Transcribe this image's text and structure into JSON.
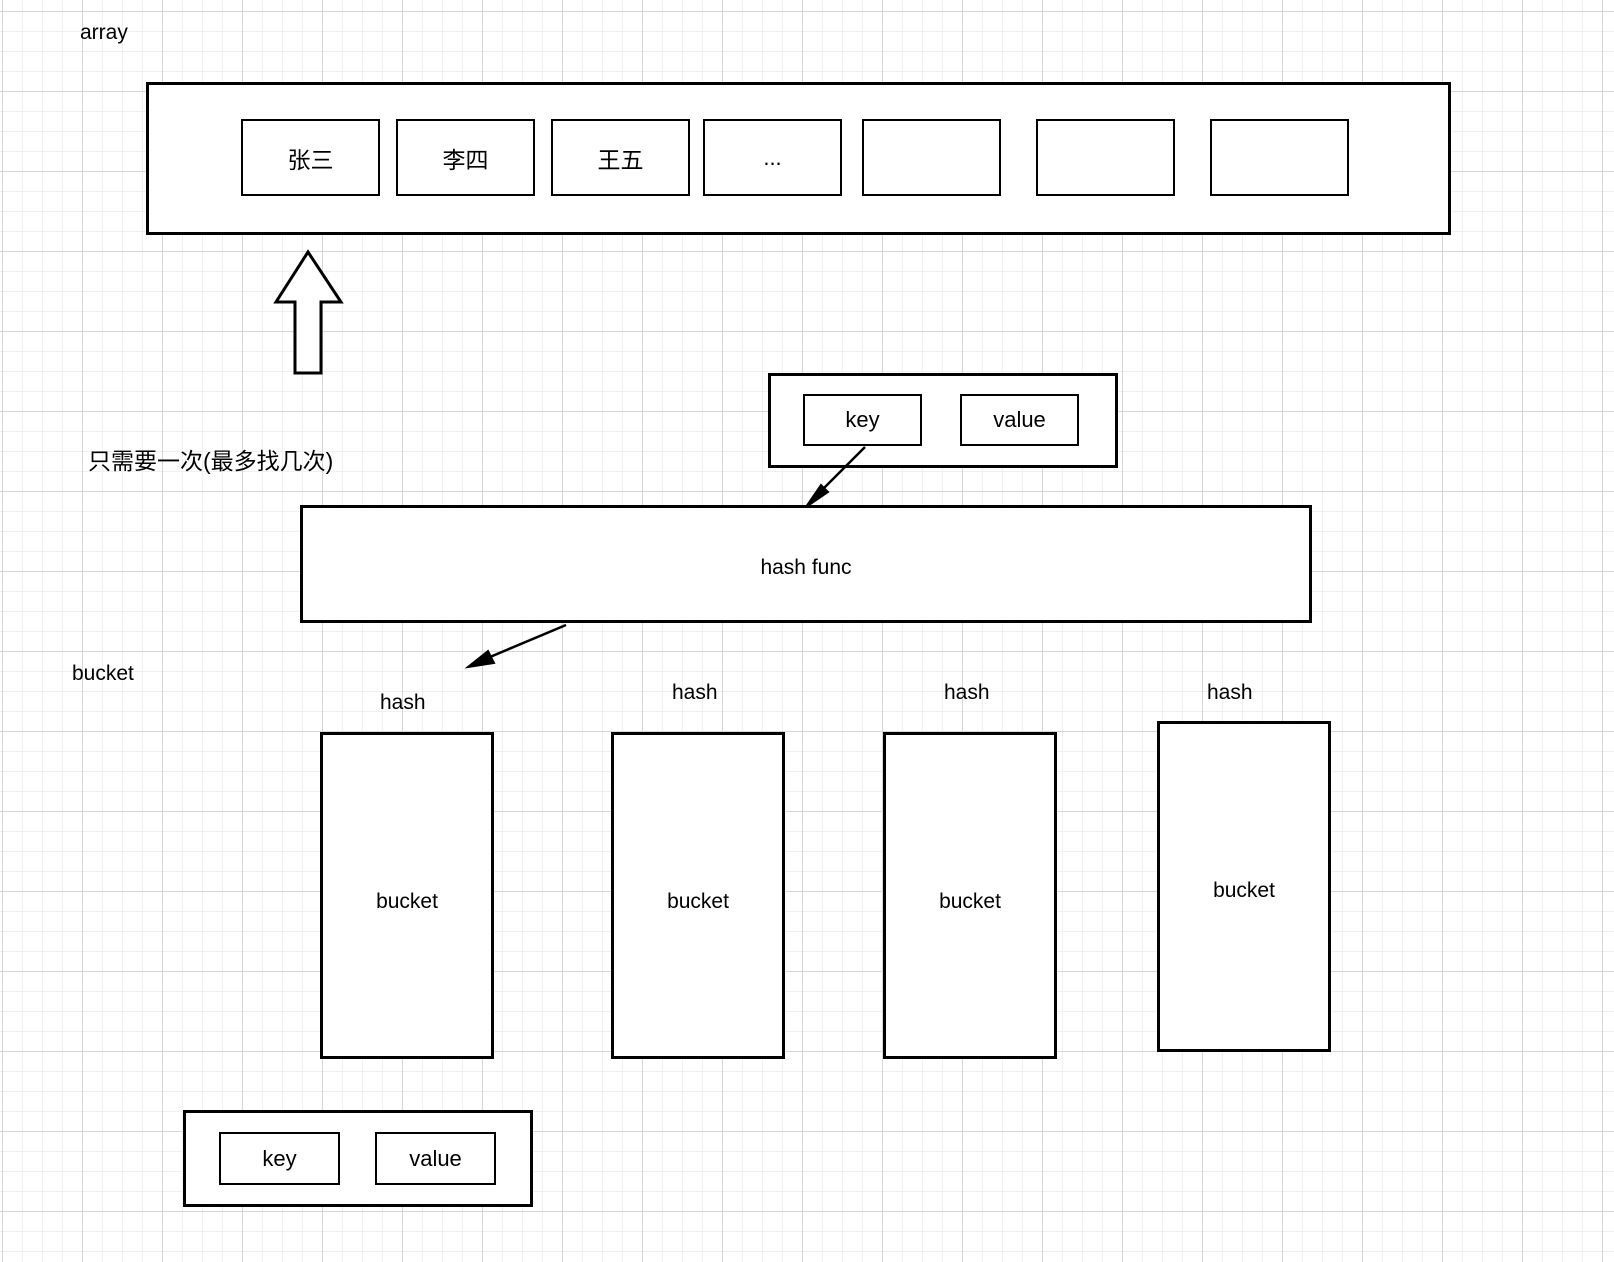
{
  "diagram": {
    "title_labels": {
      "array": "array",
      "bucket": "bucket",
      "note_cn": "只需要一次(最多找几次)"
    },
    "array_container": {
      "name": "array-container",
      "cells": [
        {
          "label": "张三",
          "cjk": true
        },
        {
          "label": "李四",
          "cjk": true
        },
        {
          "label": "王五",
          "cjk": true
        },
        {
          "label": "...",
          "cjk": false
        },
        {
          "label": "",
          "cjk": false
        },
        {
          "label": "",
          "cjk": false
        },
        {
          "label": "",
          "cjk": false
        }
      ]
    },
    "kv_top": {
      "key_label": "key",
      "value_label": "value"
    },
    "hash_func": {
      "label": "hash func"
    },
    "buckets": [
      {
        "hash_label": "hash",
        "body_label": "bucket"
      },
      {
        "hash_label": "hash",
        "body_label": "bucket"
      },
      {
        "hash_label": "hash",
        "body_label": "bucket"
      },
      {
        "hash_label": "hash",
        "body_label": "bucket"
      }
    ],
    "kv_bottom": {
      "key_label": "key",
      "value_label": "value"
    },
    "colors": {
      "stroke": "#000000",
      "background": "#ffffff",
      "grid_minor": "#f0f0f0",
      "grid_major": "#d6d6d6"
    }
  }
}
